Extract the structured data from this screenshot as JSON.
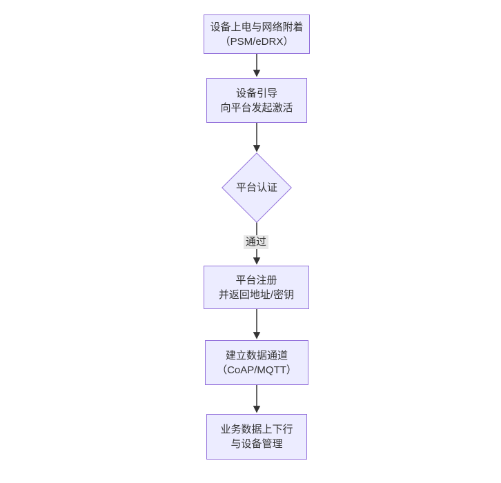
{
  "diagram": {
    "type": "flowchart",
    "direction": "top-down",
    "colors": {
      "node_fill": "#ECECFF",
      "node_border": "#9370DB",
      "text": "#333333",
      "arrow": "#333333",
      "edge_label_bg": "#e8e8e8",
      "background": "#ffffff"
    },
    "nodes": [
      {
        "id": "power-on",
        "shape": "rect",
        "lines": [
          "设备上电与网络附着",
          "（PSM/eDRX）"
        ]
      },
      {
        "id": "bootstrap",
        "shape": "rect",
        "lines": [
          "设备引导",
          "向平台发起激活"
        ]
      },
      {
        "id": "platform-auth",
        "shape": "diamond",
        "lines": [
          "平台认证"
        ]
      },
      {
        "id": "platform-register",
        "shape": "rect",
        "lines": [
          "平台注册",
          "并返回地址/密钥"
        ]
      },
      {
        "id": "data-channel",
        "shape": "rect",
        "lines": [
          "建立数据通道",
          "（CoAP/MQTT）"
        ]
      },
      {
        "id": "business-data",
        "shape": "rect",
        "lines": [
          "业务数据上下行",
          "与设备管理"
        ]
      }
    ],
    "edges": [
      {
        "from": "power-on",
        "to": "bootstrap",
        "label": ""
      },
      {
        "from": "bootstrap",
        "to": "platform-auth",
        "label": ""
      },
      {
        "from": "platform-auth",
        "to": "platform-register",
        "label": "通过"
      },
      {
        "from": "platform-register",
        "to": "data-channel",
        "label": ""
      },
      {
        "from": "data-channel",
        "to": "business-data",
        "label": ""
      }
    ]
  }
}
